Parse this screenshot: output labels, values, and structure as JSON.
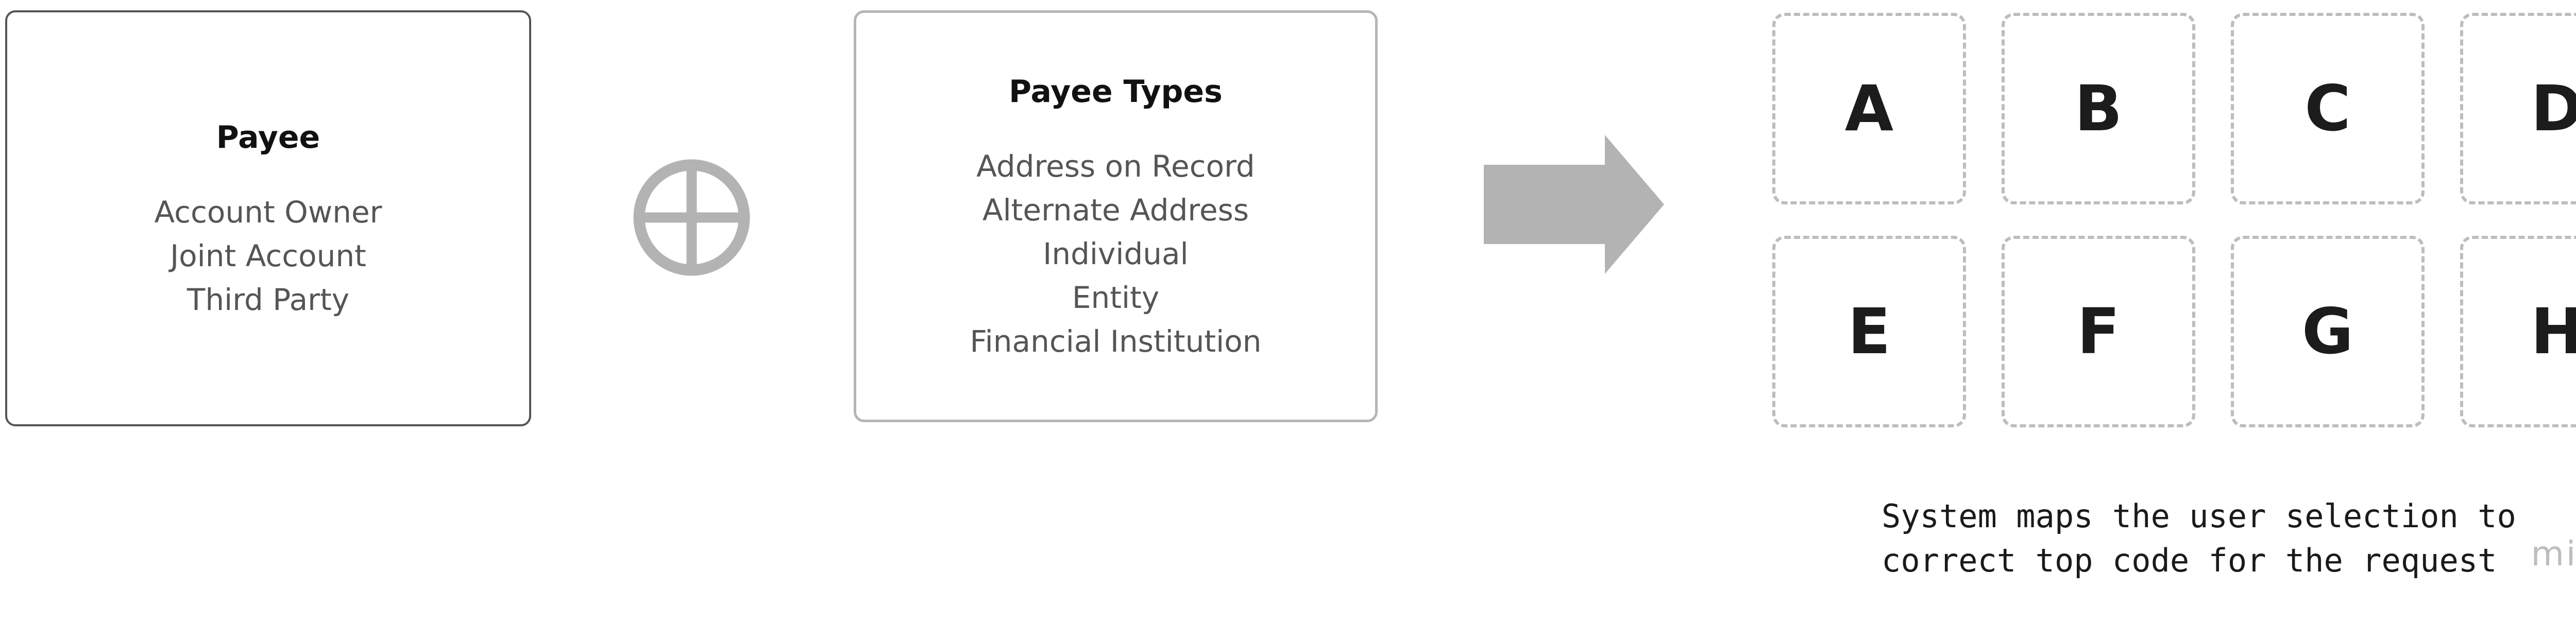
{
  "payee_box": {
    "title": "Payee",
    "items": [
      "Account Owner",
      "Joint Account",
      "Third Party"
    ]
  },
  "operator": {
    "icon": "circle-plus-icon"
  },
  "payee_types_box": {
    "title": "Payee Types",
    "items": [
      "Address on Record",
      "Alternate Address",
      "Individual",
      "Entity",
      "Financial Institution"
    ]
  },
  "connector": {
    "icon": "right-arrow-icon"
  },
  "code_grid": {
    "cells": [
      "A",
      "B",
      "C",
      "D",
      "E",
      "F",
      "G",
      "H"
    ]
  },
  "caption": {
    "line1": "System maps the user selection to",
    "line2": "correct top code for the request"
  },
  "watermark": {
    "text": "miro"
  },
  "colors": {
    "dark_border": "#555555",
    "light_border": "#b5b5b5",
    "shape_gray": "#b3b3b3",
    "dashed_gray": "#bdbdbd"
  }
}
